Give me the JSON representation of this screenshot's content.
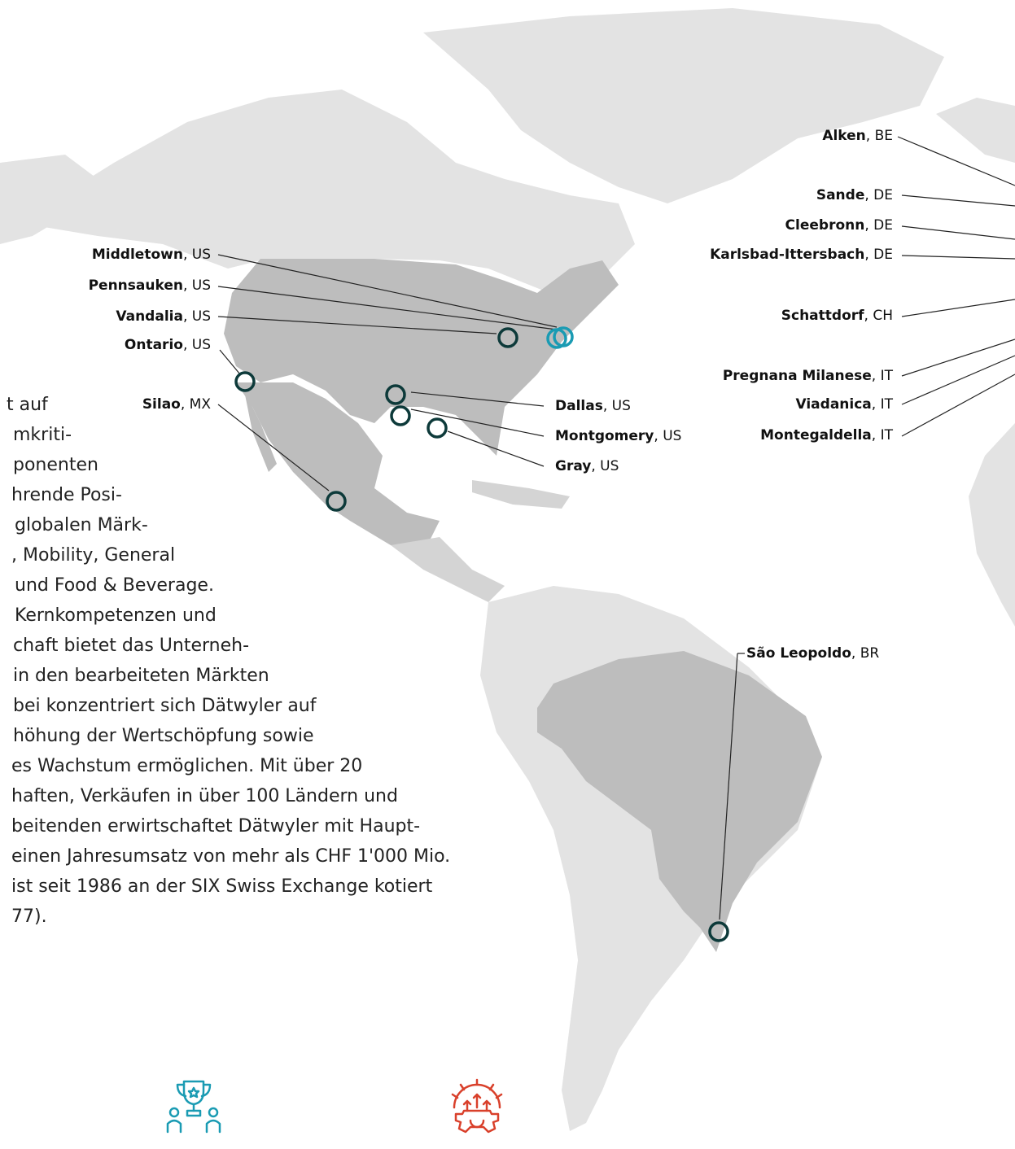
{
  "colors": {
    "land_light": "#e3e3e3",
    "land_mid": "#d4d4d4",
    "land_highlight": "#bdbdbd",
    "marker_dark": "#0d3a3a",
    "marker_teal": "#1a9bb3",
    "icon_teal": "#1a9bb3",
    "icon_red": "#d9402b"
  },
  "locations": [
    {
      "city": "Alken",
      "country": ", BE"
    },
    {
      "city": "Sande",
      "country": ", DE"
    },
    {
      "city": "Cleebronn",
      "country": ", DE"
    },
    {
      "city": "Karlsbad-Ittersbach",
      "country": ", DE"
    },
    {
      "city": "Schattdorf",
      "country": ", CH"
    },
    {
      "city": "Pregnana Milanese",
      "country": ", IT"
    },
    {
      "city": "Viadanica",
      "country": ", IT"
    },
    {
      "city": "Montegaldella",
      "country": ", IT"
    },
    {
      "city": "Middletown",
      "country": ", US"
    },
    {
      "city": "Pennsauken",
      "country": ", US"
    },
    {
      "city": "Vandalia",
      "country": ", US"
    },
    {
      "city": "Ontario",
      "country": ", US"
    },
    {
      "city": "Silao",
      "country": ", MX"
    },
    {
      "city": "Dallas",
      "country": ", US"
    },
    {
      "city": "Montgomery",
      "country": ", US"
    },
    {
      "city": "Gray",
      "country": ", US"
    },
    {
      "city": "São Leopoldo",
      "country": ", BR"
    }
  ],
  "body_lines": [
    "t auf",
    "mkriti-",
    "ponenten",
    "hrende Posi-",
    "globalen Märk-",
    ", Mobility, General",
    "und Food & Beverage.",
    "Kernkompetenzen und",
    "chaft bietet das Unterneh-",
    "in den bearbeiteten Märkten",
    "bei konzentriert sich Dätwyler auf",
    "höhung der Wertschöpfung sowie",
    "es Wachstum ermöglichen. Mit über 20",
    "haften, Verkäufen in über 100 Ländern und",
    "beitenden erwirtschaftet Dätwyler mit Haupt-",
    "einen Jahresumsatz von mehr als CHF 1'000 Mio.",
    "ist seit 1986 an der SIX Swiss Exchange kotiert",
    "77)."
  ],
  "icons": [
    "trophy-team-icon",
    "gear-growth-icon"
  ]
}
